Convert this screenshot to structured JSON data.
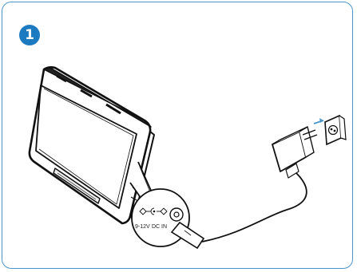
{
  "step": {
    "number": "1"
  },
  "connector": {
    "voltage_label": "9-12V",
    "dc_in_label": "DC IN"
  }
}
